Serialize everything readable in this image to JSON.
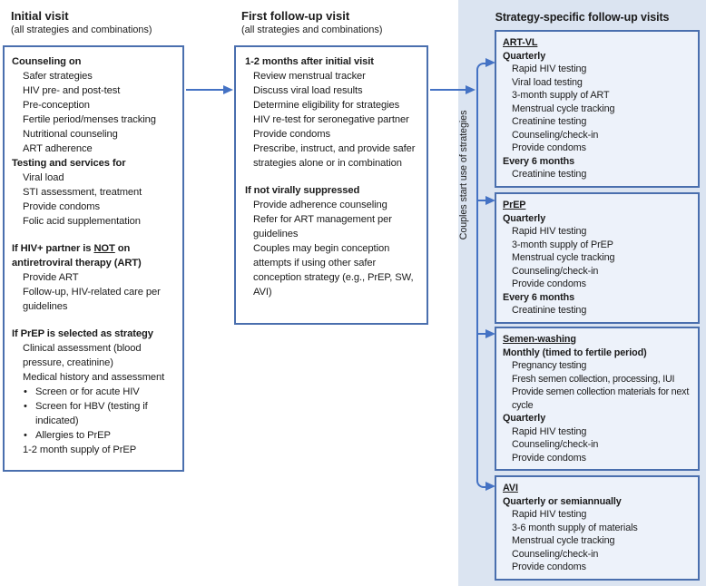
{
  "colors": {
    "border_blue": "#4a6fae",
    "arrow_blue": "#4472c4",
    "panel_bg": "#dbe4f1",
    "box_tint": "#edf2fa"
  },
  "column1": {
    "title": "Initial visit",
    "subtitle": "(all strategies and combinations)",
    "box": {
      "s1_heading": "Counseling on",
      "s1_items": [
        "Safer strategies",
        "HIV pre- and post-test",
        "Pre-conception",
        "Fertile period/menses tracking",
        "Nutritional counseling",
        "ART adherence"
      ],
      "s2_heading": "Testing and services for",
      "s2_items": [
        "Viral load",
        "STI assessment, treatment",
        "Provide condoms",
        "Folic acid supplementation"
      ],
      "s3_pre": "If HIV+ partner is ",
      "s3_underlined": "NOT",
      "s3_post": " on antiretroviral therapy (ART)",
      "s3_items": [
        "Provide ART",
        "Follow-up, HIV-related care per guidelines"
      ],
      "s4_heading": "If PrEP is selected as strategy",
      "s4_items": [
        "Clinical assessment (blood pressure, creatinine)",
        "Medical history and assessment"
      ],
      "s4_bullets": [
        "Screen or for acute HIV",
        "Screen for HBV (testing if indicated)",
        "Allergies to PrEP"
      ],
      "s4_tail": "1-2 month supply of PrEP"
    }
  },
  "column2": {
    "title": "First follow-up visit",
    "subtitle": "(all strategies and combinations)",
    "box": {
      "s1_heading": "1-2 months after initial visit",
      "s1_items": [
        "Review menstrual tracker",
        "Discuss viral load results",
        "Determine eligibility for strategies",
        "HIV re-test for seronegative partner",
        "Provide condoms",
        "Prescribe, instruct, and provide safer strategies alone or in combination"
      ],
      "s2_heading": "If not virally suppressed",
      "s2_items": [
        "Provide adherence counseling",
        "Refer for ART management per guidelines",
        "Couples may begin conception attempts if using other safer conception strategy (e.g., PrEP, SW, AVI)"
      ]
    }
  },
  "panel": {
    "title": "Strategy-specific follow-up visits",
    "connector_label": "Couples start use of strategies",
    "boxes": {
      "art": {
        "title": "ART-VL",
        "h1": "Quarterly",
        "items1": [
          "Rapid HIV testing",
          "Viral load testing",
          "3-month supply of ART",
          "Menstrual cycle tracking",
          "Creatinine testing",
          "Counseling/check-in",
          "Provide condoms"
        ],
        "h2": "Every 6 months",
        "items2": [
          "Creatinine testing"
        ]
      },
      "prep": {
        "title": "PrEP",
        "h1": "Quarterly",
        "items1": [
          "Rapid HIV testing",
          "3-month supply of PrEP",
          "Menstrual cycle tracking",
          "Counseling/check-in",
          "Provide condoms"
        ],
        "h2": "Every 6 months",
        "items2": [
          "Creatinine testing"
        ]
      },
      "sw": {
        "title": "Semen-washing",
        "h1": "Monthly (timed to fertile period)",
        "items1": [
          "Pregnancy testing",
          "Fresh semen collection, processing, IUI",
          "Provide semen collection materials for next cycle"
        ],
        "h2": "Quarterly",
        "items2": [
          "Rapid HIV testing",
          "Counseling/check-in",
          "Provide condoms"
        ]
      },
      "avi": {
        "title": "AVI",
        "h1": "Quarterly or semiannually",
        "items1": [
          "Rapid HIV testing",
          "3-6 month supply of materials",
          "Menstrual cycle tracking",
          "Counseling/check-in",
          "Provide condoms"
        ]
      }
    }
  }
}
